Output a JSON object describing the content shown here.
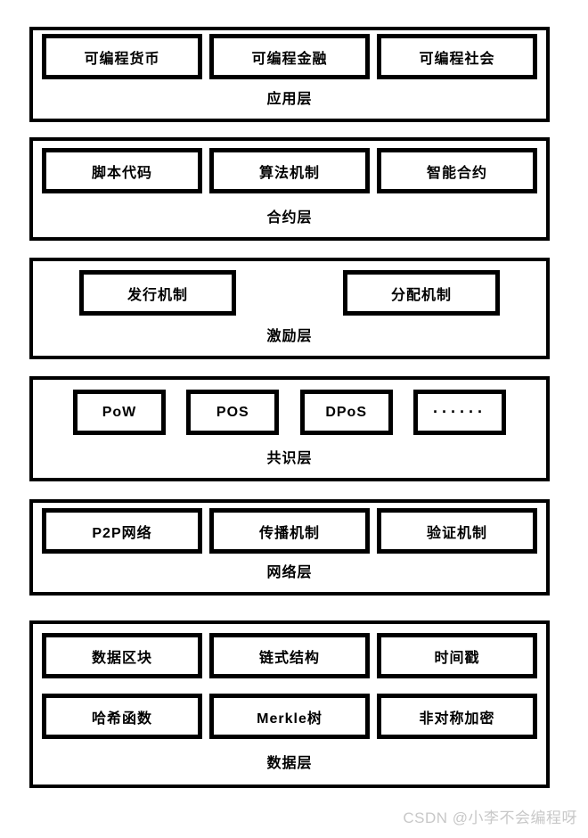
{
  "layers": [
    {
      "label": "应用层",
      "rows": [
        [
          "可编程货币",
          "可编程金融",
          "可编程社会"
        ]
      ]
    },
    {
      "label": "合约层",
      "rows": [
        [
          "脚本代码",
          "算法机制",
          "智能合约"
        ]
      ]
    },
    {
      "label": "激励层",
      "rows": [
        [
          "发行机制",
          "分配机制"
        ]
      ]
    },
    {
      "label": "共识层",
      "rows": [
        [
          "PoW",
          "POS",
          "DPoS",
          "······"
        ]
      ]
    },
    {
      "label": "网络层",
      "rows": [
        [
          "P2P网络",
          "传播机制",
          "验证机制"
        ]
      ]
    },
    {
      "label": "数据层",
      "rows": [
        [
          "数据区块",
          "链式结构",
          "时间戳"
        ],
        [
          "哈希函数",
          "Merkle树",
          "非对称加密"
        ]
      ]
    }
  ],
  "watermark": {
    "text": "CSDN @小李不会编程呀",
    "color": "#c8c8c8"
  },
  "colors": {
    "border": "#000000",
    "background": "#ffffff",
    "text": "#000000"
  }
}
